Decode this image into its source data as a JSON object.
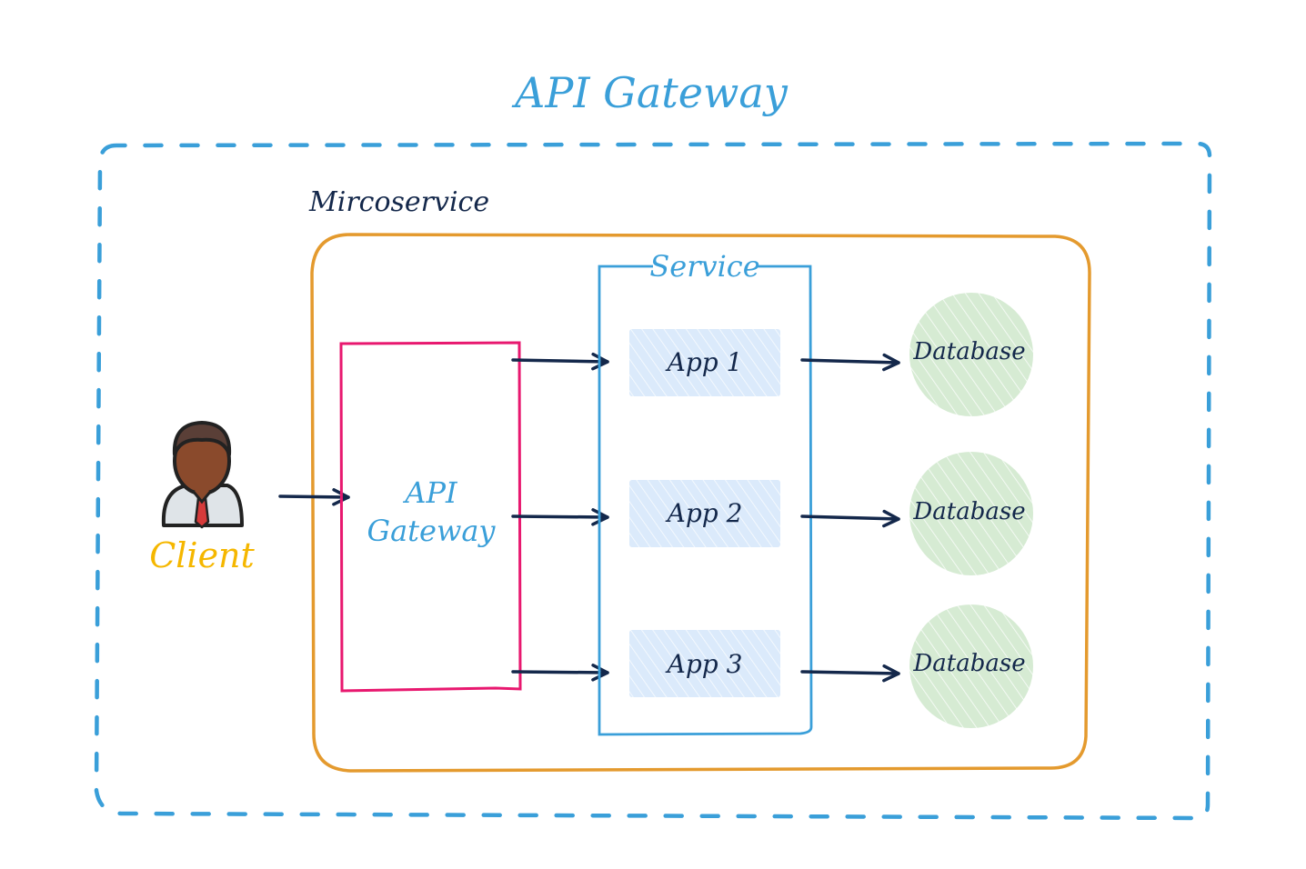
{
  "title": "API Gateway",
  "colors": {
    "blue": "#3a9fd9",
    "navy": "#14284b",
    "orange": "#e49a2e",
    "pink": "#e8186f",
    "client": "#f5b700",
    "app_fill": "#dbeafb",
    "db_fill": "#d6ebd3",
    "skin": "#8a4a2c",
    "hair": "#5a3f37",
    "shirt": "#dfe4e8",
    "tie": "#d63a3a"
  },
  "outer_container": {
    "label": "",
    "style": "dashed"
  },
  "microservice": {
    "label": "Mircoservice"
  },
  "client": {
    "label": "Client",
    "icon": "person-icon"
  },
  "gateway": {
    "label_line1": "API",
    "label_line2": "Gateway"
  },
  "service": {
    "label": "Service",
    "apps": [
      {
        "label": "App 1"
      },
      {
        "label": "App 2"
      },
      {
        "label": "App 3"
      }
    ]
  },
  "databases": [
    {
      "label": "Database"
    },
    {
      "label": "Database"
    },
    {
      "label": "Database"
    }
  ],
  "edges": [
    {
      "from": "Client",
      "to": "API Gateway"
    },
    {
      "from": "API Gateway",
      "to": "App 1"
    },
    {
      "from": "API Gateway",
      "to": "App 2"
    },
    {
      "from": "API Gateway",
      "to": "App 3"
    },
    {
      "from": "App 1",
      "to": "Database"
    },
    {
      "from": "App 2",
      "to": "Database"
    },
    {
      "from": "App 3",
      "to": "Database"
    }
  ]
}
